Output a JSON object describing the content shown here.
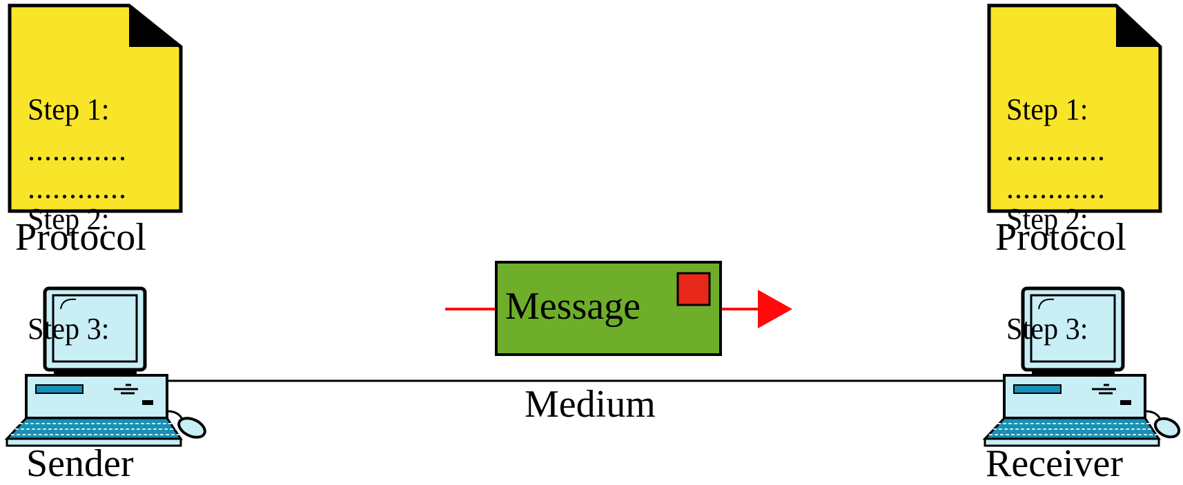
{
  "colors": {
    "document_fill": "#f8e52a",
    "message_fill": "#6fae2a",
    "message_stamp": "#e8281a",
    "arrow": "#ff0a0a",
    "screen": "#c8eef6",
    "computer_body": "#c8eef6"
  },
  "sender_protocol": {
    "steps": [
      "Step 1:",
      "Step 2:",
      "Step 3:"
    ],
    "dots": [
      "............",
      "............"
    ],
    "label": "Protocol"
  },
  "receiver_protocol": {
    "steps": [
      "Step 1:",
      "Step 2:",
      "Step 3:"
    ],
    "dots": [
      "............",
      "............"
    ],
    "label": "Protocol"
  },
  "message": {
    "label": "Message"
  },
  "medium": {
    "label": "Medium"
  },
  "sender": {
    "label": "Sender",
    "icon": "computer-icon"
  },
  "receiver": {
    "label": "Receiver",
    "icon": "computer-icon"
  }
}
